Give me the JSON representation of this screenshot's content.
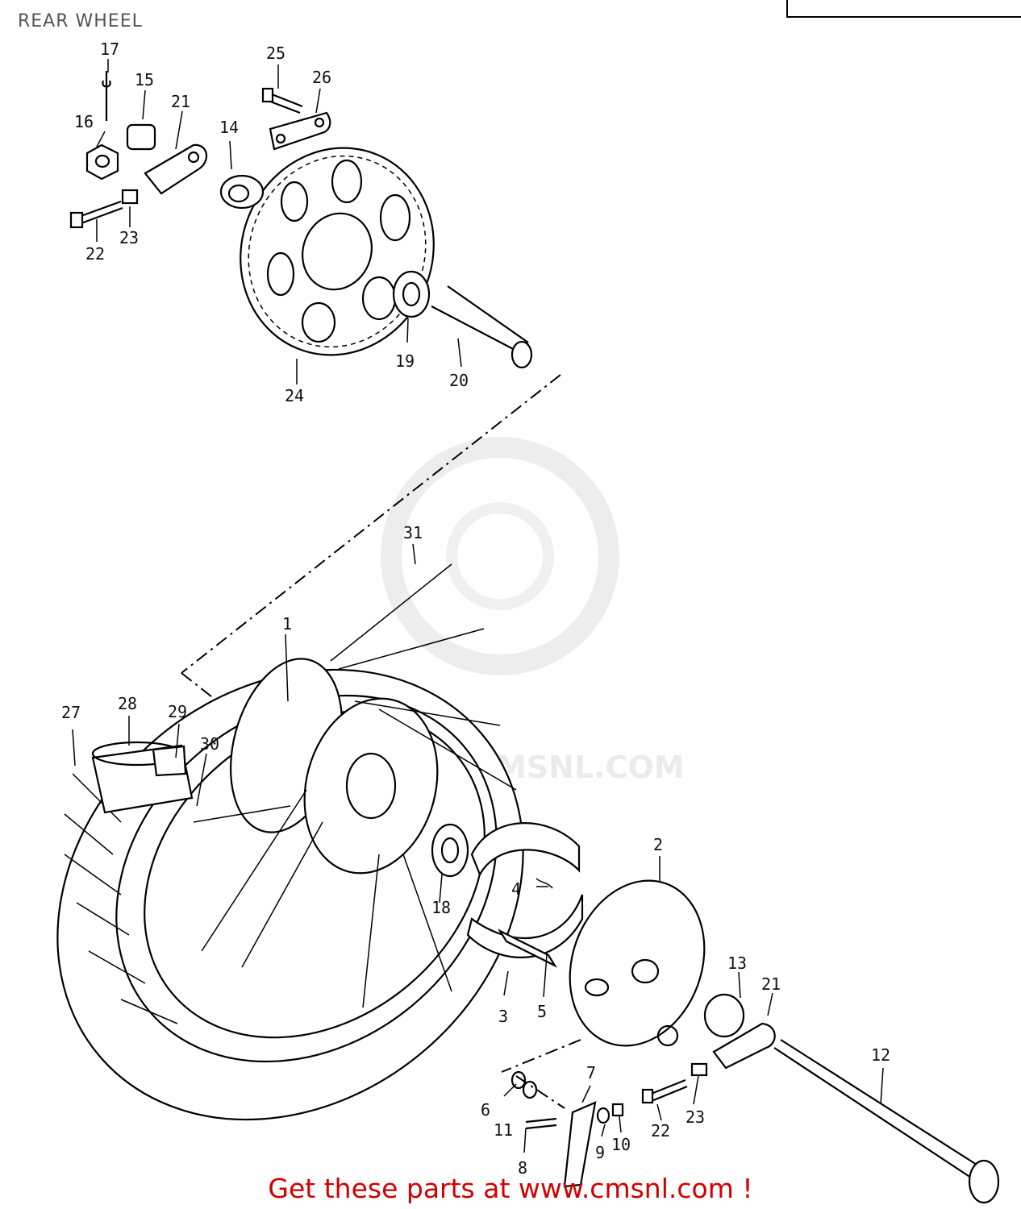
{
  "header": {
    "title": "REAR WHEEL"
  },
  "footer": {
    "text": "Get these parts at www.cmsnl.com !"
  },
  "watermark": {
    "text": "WWW.CMSNL.COM",
    "color": "#e6e6e6"
  },
  "callouts": {
    "p1": "1",
    "p2": "2",
    "p3": "3",
    "p4": "4",
    "p5": "5",
    "p6": "6",
    "p7": "7",
    "p8": "8",
    "p9": "9",
    "p10": "10",
    "p11": "11",
    "p12": "12",
    "p13": "13",
    "p14": "14",
    "p15": "15",
    "p16": "16",
    "p17": "17",
    "p18": "18",
    "p19": "19",
    "p20": "20",
    "p21a": "21",
    "p21b": "21",
    "p22a": "22",
    "p22b": "22",
    "p23a": "23",
    "p23b": "23",
    "p24": "24",
    "p25": "25",
    "p26": "26",
    "p27": "27",
    "p28": "28",
    "p29": "29",
    "p30": "30",
    "p31": "31"
  },
  "colors": {
    "line": "#000000",
    "footer": "#d10000",
    "title": "#555555"
  }
}
